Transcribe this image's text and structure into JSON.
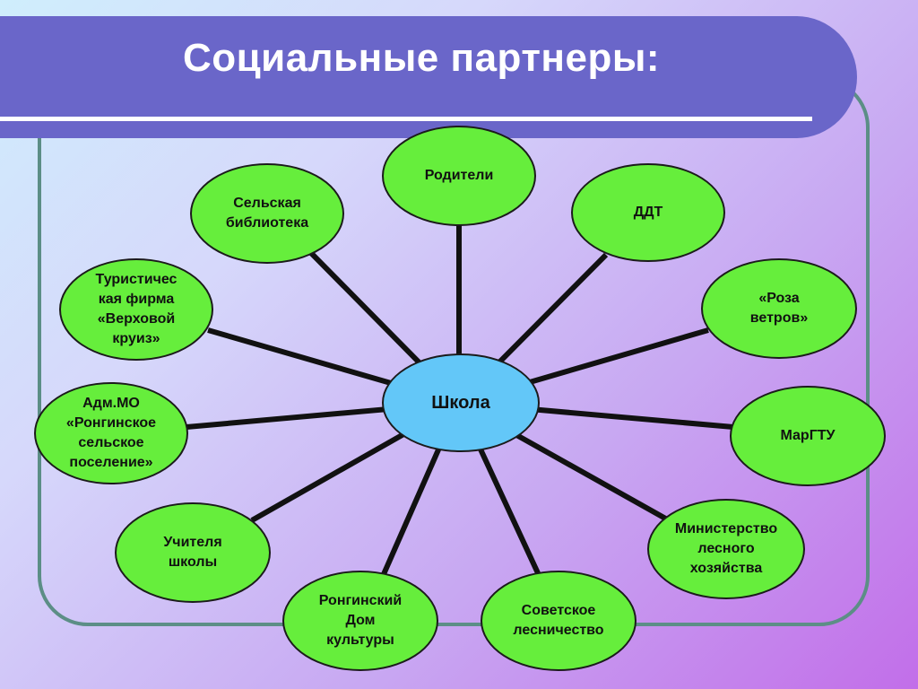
{
  "title": "Социальные партнеры:",
  "hub": {
    "label": "Школа"
  },
  "partners": [
    {
      "id": "parents",
      "label": "Родители"
    },
    {
      "id": "ddt",
      "label": "ДДТ"
    },
    {
      "id": "roza-vetrov",
      "label": "«Роза\nветров»"
    },
    {
      "id": "margtu",
      "label": "МарГТУ"
    },
    {
      "id": "ministry",
      "label": "Министерство\nлесного\nхозяйства"
    },
    {
      "id": "forestry",
      "label": "Советское\nлесничество"
    },
    {
      "id": "culture-house",
      "label": "Ронгинский\nДом\nкультуры"
    },
    {
      "id": "teachers",
      "label": "Учителя\nшколы"
    },
    {
      "id": "administration",
      "label": "Адм.МО\n«Ронгинское\nсельское\nпоселение»"
    },
    {
      "id": "travel-firm",
      "label": "Туристичес\nкая фирма\n«Верховой\nкруиз»"
    },
    {
      "id": "library",
      "label": "Сельская\nбиблиотека"
    }
  ],
  "colors": {
    "node_fill": "#66ee3c",
    "hub_fill": "#63c7f8",
    "title_band": "#6a66c9",
    "connector": "#111111",
    "frame": "#5c8e86"
  }
}
